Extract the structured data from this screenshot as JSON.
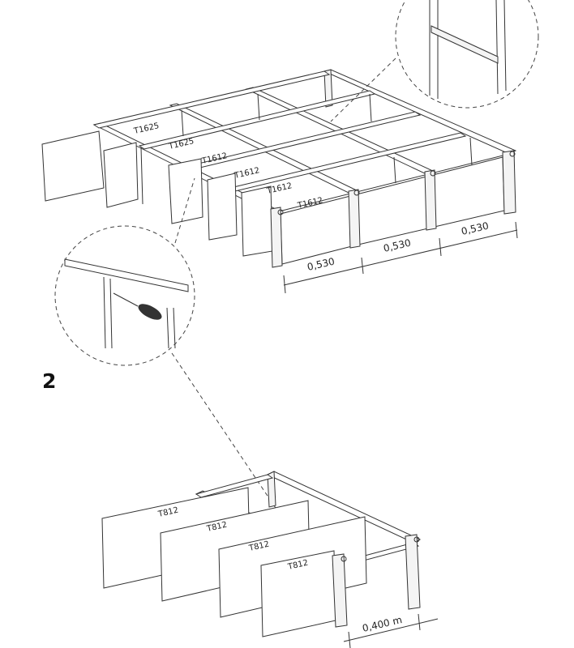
{
  "step": {
    "number": "2"
  },
  "top_assembly": {
    "panel_labels": [
      "T1625",
      "T1625",
      "T1612",
      "T1612",
      "T1612",
      "T1612"
    ],
    "dimensions": [
      "0,530",
      "0,530",
      "0,530"
    ]
  },
  "bottom_assembly": {
    "panel_labels": [
      "T812",
      "T812",
      "T812",
      "T812"
    ],
    "dimension": "0,400 m"
  },
  "callouts": {
    "detail_top_right": "bracket-detail",
    "detail_left": "screwdriver-detail"
  },
  "colors": {
    "line": "#333333",
    "background": "#ffffff"
  }
}
